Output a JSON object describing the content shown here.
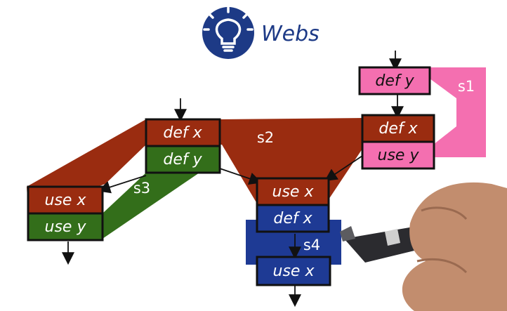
{
  "title": "Webs",
  "icon": "lightbulb-icon",
  "colors": {
    "title_blue": "#1d3a86",
    "s1_pink": "#f46fb0",
    "s2_red": "#9a2c10",
    "s3_green": "#336e1a",
    "s4_blue": "#1e3a94",
    "box_border": "#111111",
    "box_text": "#ffffff"
  },
  "web_labels": {
    "s1": "s1",
    "s2": "s2",
    "s3": "s3",
    "s4": "s4"
  },
  "blocks": {
    "top_left": {
      "line1": "def x",
      "line2": "def y"
    },
    "top_right": {
      "line0": "def y",
      "line1": "def x",
      "line2": "use y"
    },
    "left": {
      "line1": "use x",
      "line2": "use y"
    },
    "middle": {
      "line1": "use x",
      "line2": "def x"
    },
    "bottom": {
      "line1": "use x"
    }
  }
}
